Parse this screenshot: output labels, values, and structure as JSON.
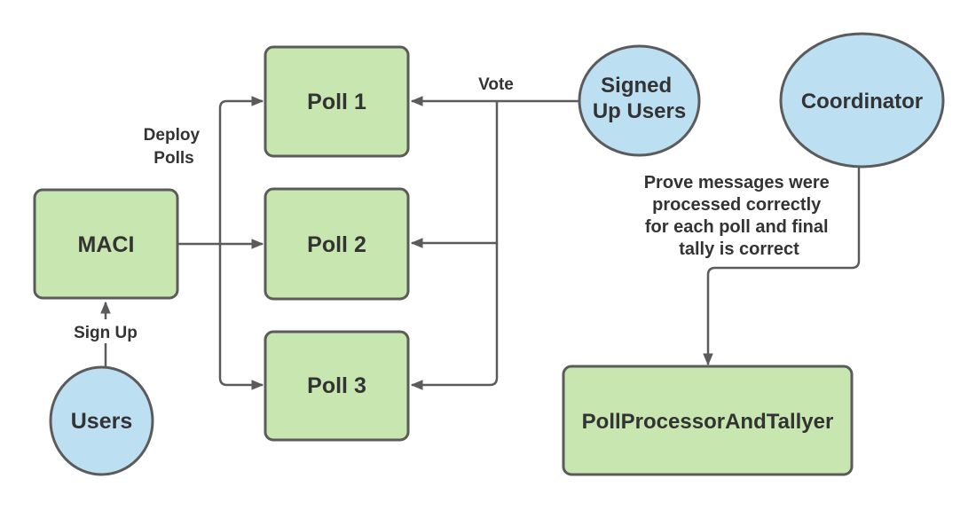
{
  "diagram": {
    "title": "MACI polls architecture diagram",
    "colors": {
      "contract_fill": "#c8e6af",
      "actor_fill": "#bddff2",
      "stroke": "#5b5b5b",
      "text": "#333333",
      "background": "#ffffff"
    },
    "nodes": {
      "maci": {
        "label": "MACI"
      },
      "poll1": {
        "label": "Poll 1"
      },
      "poll2": {
        "label": "Poll 2"
      },
      "poll3": {
        "label": "Poll 3"
      },
      "poll_processor_and_tallyer": {
        "label": "PollProcessorAndTallyer"
      },
      "users": {
        "label": "Users"
      },
      "signed_up_users": {
        "line1": "Signed",
        "line2": "Up Users"
      },
      "coordinator": {
        "label": "Coordinator"
      }
    },
    "edges": {
      "sign_up": {
        "label": "Sign Up"
      },
      "deploy_polls": {
        "line1": "Deploy",
        "line2": "Polls"
      },
      "vote": {
        "label": "Vote"
      },
      "prove": {
        "line1": "Prove messages were",
        "line2": "processed correctly",
        "line3": "for each poll and final",
        "line4": "tally is correct"
      }
    }
  }
}
